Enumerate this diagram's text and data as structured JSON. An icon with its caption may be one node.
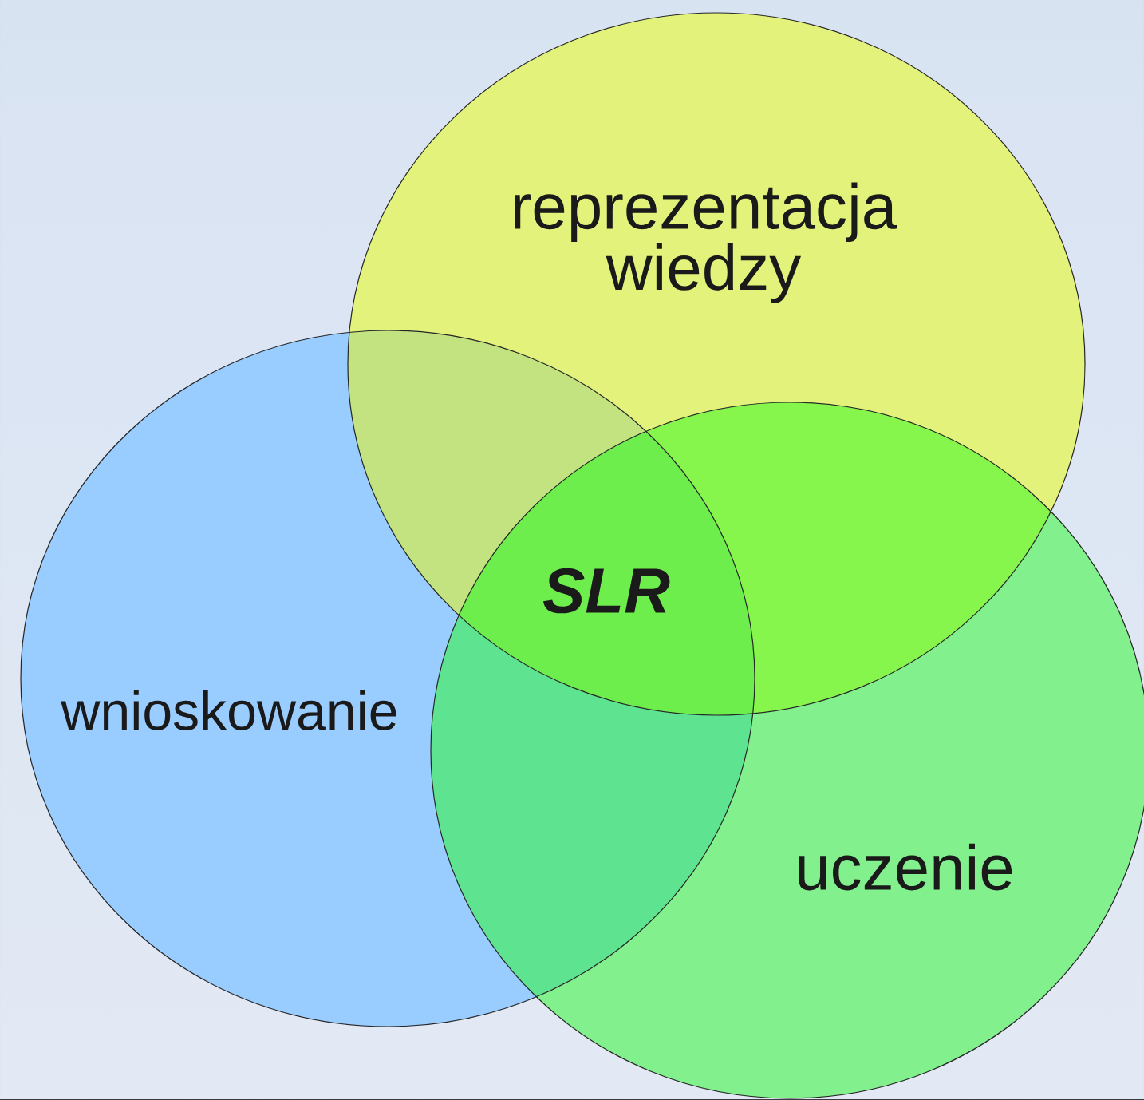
{
  "diagram": {
    "nodes": [
      {
        "text": [
          "reprezentacja wiedzy"
        ]
      },
      {
        "text": [
          "wnioskowanie"
        ]
      },
      {
        "text": [
          "uczenie"
        ]
      }
    ],
    "labels": [
      "SLR"
    ]
  }
}
